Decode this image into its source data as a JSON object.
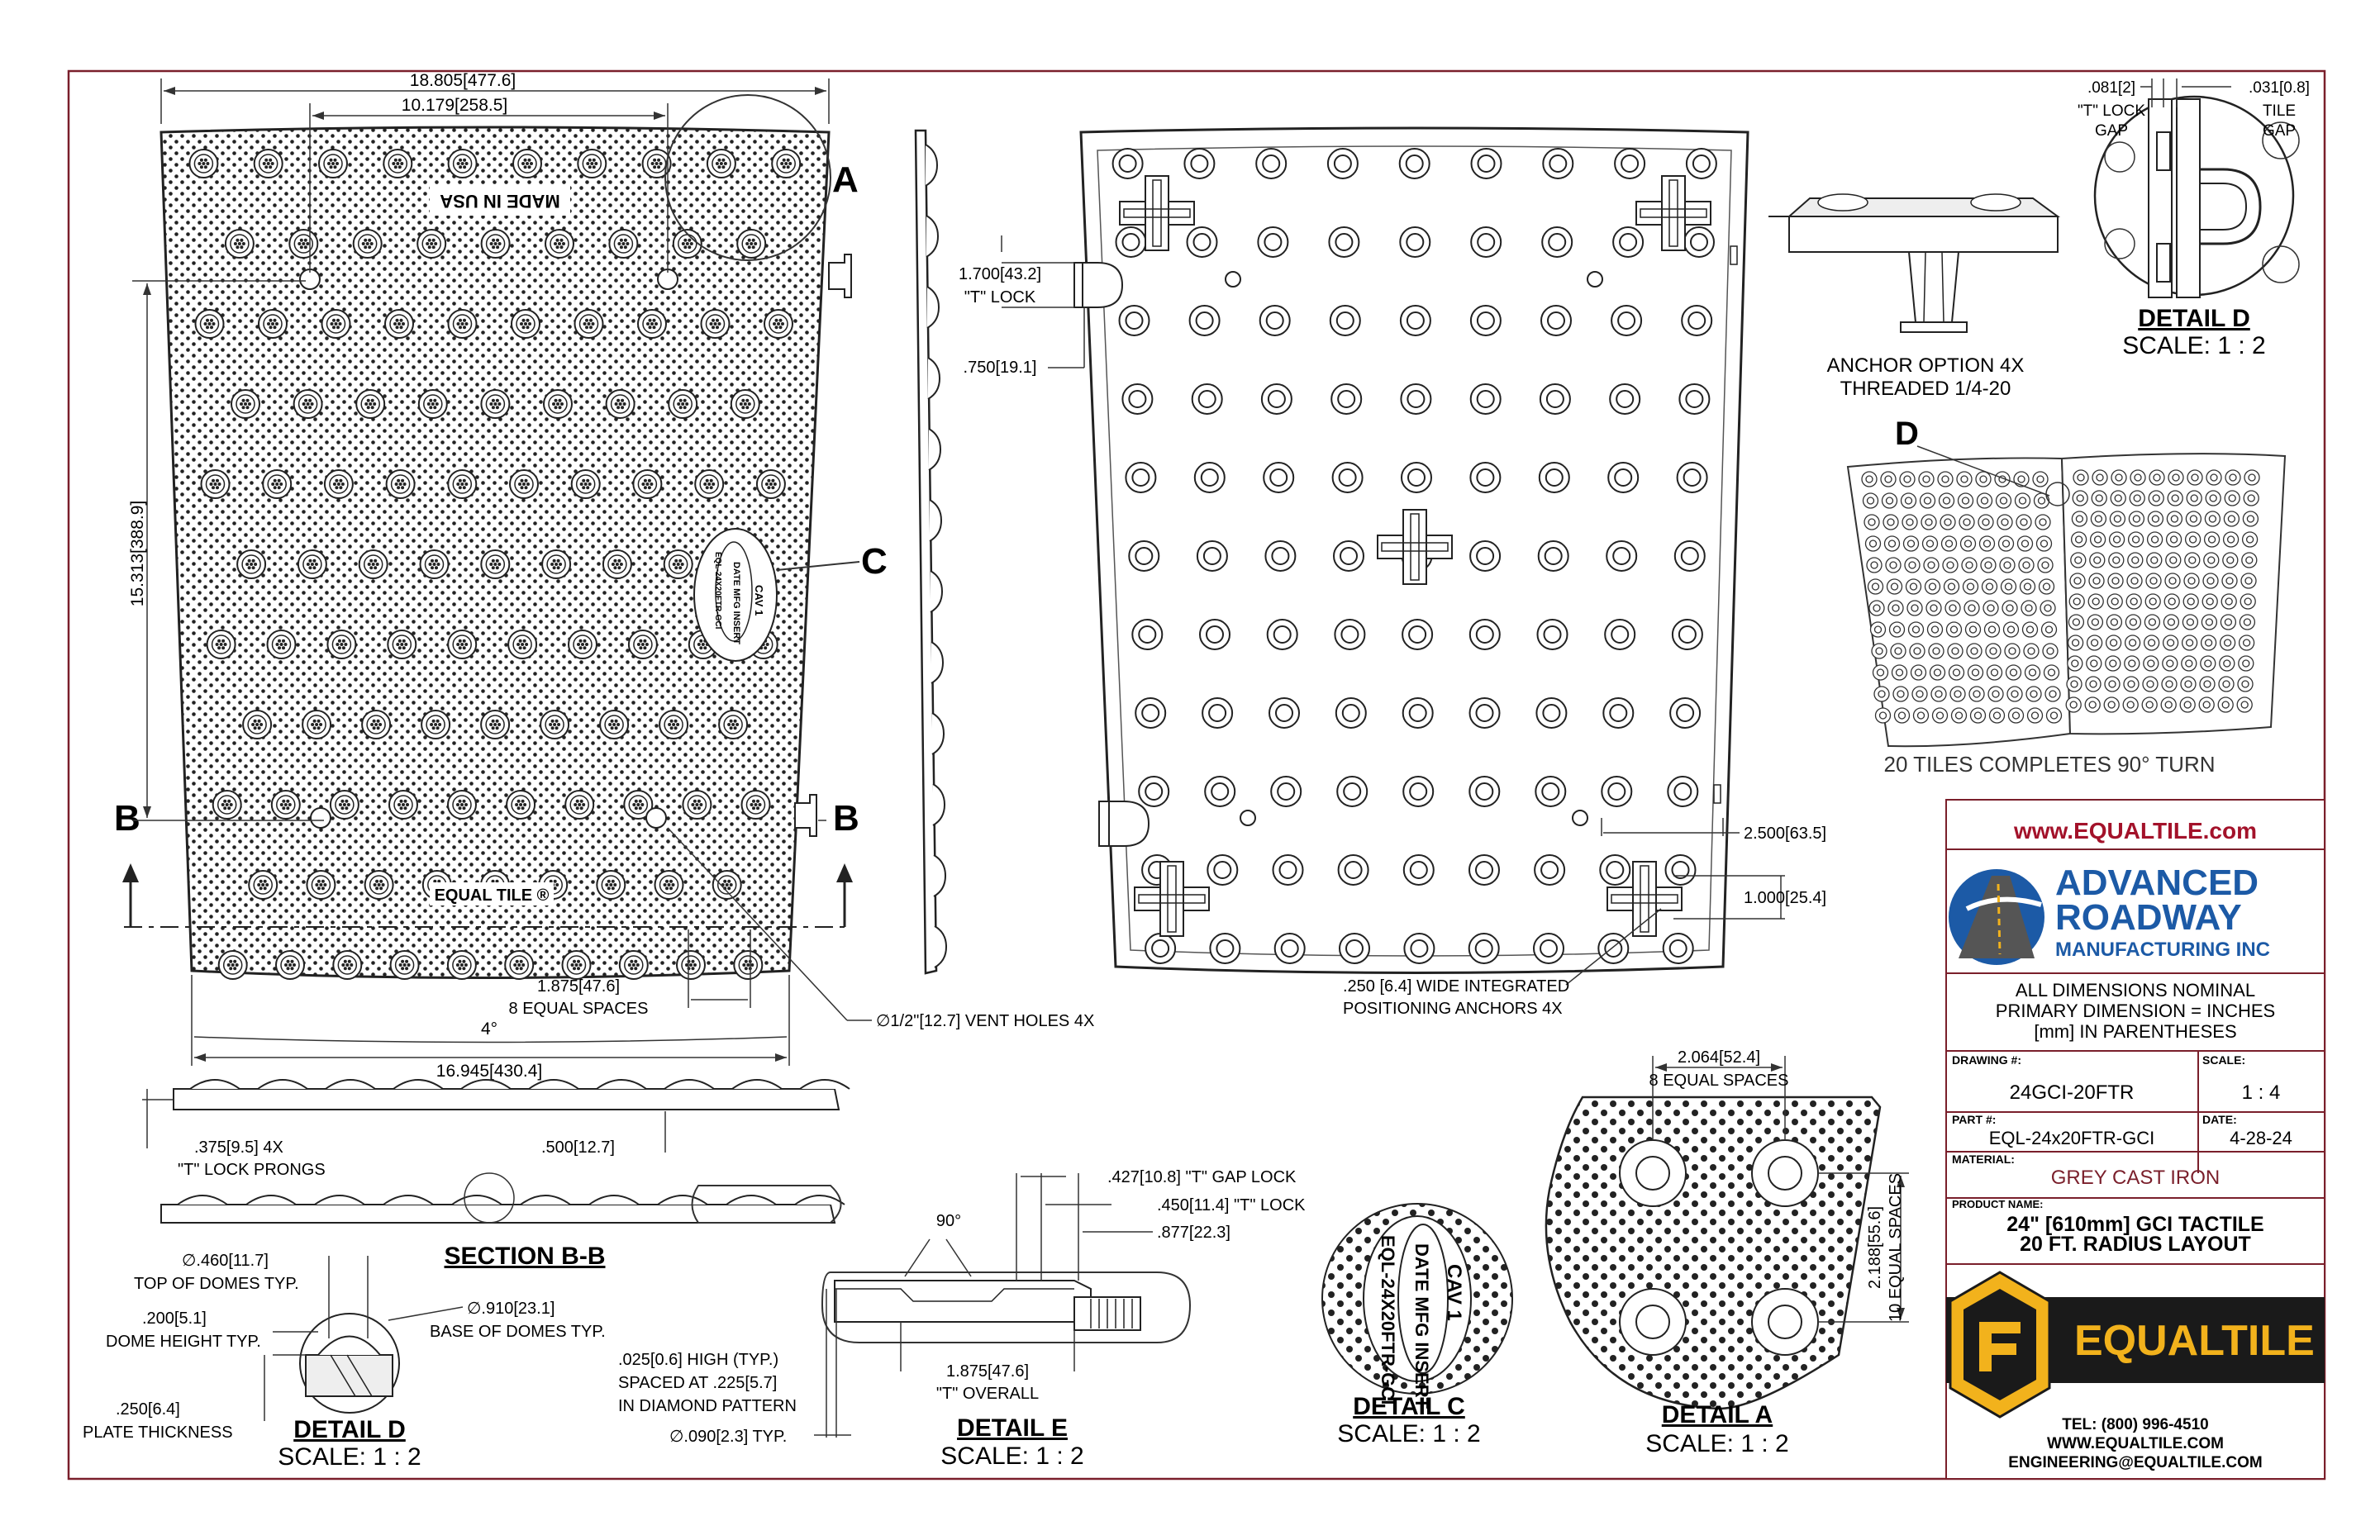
{
  "top_view": {
    "dim_overall_top": "18.805[477.6]",
    "dim_inner_top": "10.179[258.5]",
    "dim_height": "15.313[388.9]",
    "dim_spacing": "1.875[47.6]",
    "dim_spacing_note": "8 EQUAL SPACES",
    "dim_angle": "4°",
    "dim_overall_bottom": "16.945[430.4]",
    "vent_note": "∅1/2\"[12.7] VENT HOLES 4X",
    "stamp_made_in": "MADE IN USA",
    "stamp_brand": "EQUAL TILE ®",
    "cav_text": "CAV 1",
    "date_insert_text": "DATE MFG INSERT",
    "part_stamp": "EQL-24X20FTR-GCI",
    "label_a": "A",
    "label_b": "B",
    "label_c": "C"
  },
  "side_view": {
    "t_lock_dim": "1.700[43.2]",
    "t_lock_label": "\"T\" LOCK",
    "edge_dim": ".750[19.1]"
  },
  "bottom_view": {
    "dim_x": "2.500[63.5]",
    "dim_y": "1.000[25.4]",
    "anchor_note_1": ".250 [6.4] WIDE INTEGRATED",
    "anchor_note_2": "POSITIONING ANCHORS 4X"
  },
  "anchor_option": {
    "line1": "ANCHOR OPTION 4X",
    "line2": "THREADED 1/4-20"
  },
  "layout_view": {
    "label_d": "D",
    "caption": "20 TILES COMPLETES 90° TURN"
  },
  "detail_d_top": {
    "gap_t_lock_dim": ".081[2]",
    "gap_t_lock_label_1": "\"T\" LOCK",
    "gap_t_lock_label_2": "GAP",
    "gap_tile_dim": ".031[0.8]",
    "gap_tile_label_1": "TILE",
    "gap_tile_label_2": "GAP",
    "title": "DETAIL D",
    "scale": "SCALE: 1 : 2"
  },
  "profile_view": {
    "prongs_dim": ".375[9.5] 4X",
    "prongs_label": "\"T\" LOCK PRONGS",
    "dim_500": ".500[12.7]"
  },
  "section_bb": {
    "title": "SECTION B-B",
    "dome_top": "∅.460[11.7]",
    "dome_top_label": "TOP OF DOMES TYP.",
    "dome_height": ".200[5.1]",
    "dome_height_label": "DOME HEIGHT TYP.",
    "dome_base": "∅.910[23.1]",
    "dome_base_label": "BASE OF DOMES TYP.",
    "plate": ".250[6.4]",
    "plate_label": "PLATE THICKNESS"
  },
  "detail_d_bottom": {
    "title": "DETAIL D",
    "scale": "SCALE: 1 : 2"
  },
  "detail_e": {
    "angle": "90°",
    "gap_lock": ".427[10.8] \"T\" GAP LOCK",
    "t_lock": ".450[11.4] \"T\" LOCK",
    "dim_877": ".877[22.3]",
    "texture_1": ".025[0.6] HIGH (TYP.)",
    "texture_2": "SPACED AT .225[5.7]",
    "texture_3": "IN DIAMOND PATTERN",
    "texture_dia": "∅.090[2.3] TYP.",
    "overall": "1.875[47.6]",
    "overall_label": "\"T\" OVERALL",
    "title": "DETAIL E",
    "scale": "SCALE: 1 : 2"
  },
  "detail_c": {
    "title": "DETAIL C",
    "scale": "SCALE: 1 : 2",
    "stamp_part": "EQL-24X20FTR-GCI",
    "stamp_date": "DATE MFG INSERT",
    "stamp_cav": "CAV 1"
  },
  "detail_a": {
    "dim_spacing": "2.064[52.4]",
    "dim_spacing_note": "8 EQUAL SPACES",
    "dim_vertical": "2.188[55.6]",
    "dim_vertical_note": "10 EQUAL SPACES",
    "title": "DETAIL A",
    "scale": "SCALE: 1 : 2"
  },
  "title_block": {
    "website": "www.EQUALTILE.com",
    "company_1": "ADVANCED",
    "company_2": "ROADWAY",
    "company_3": "MANUFACTURING INC",
    "note_1": "ALL DIMENSIONS NOMINAL",
    "note_2": "PRIMARY DIMENSION = INCHES",
    "note_3": "[mm] IN PARENTHESES",
    "drawing_label": "DRAWING #:",
    "drawing_value": "24GCI-20FTR",
    "scale_label": "SCALE:",
    "scale_value": "1 : 4",
    "part_label": "PART #:",
    "part_value": "EQL-24x20FTR-GCI",
    "date_label": "DATE:",
    "date_value": "4-28-24",
    "material_label": "MATERIAL:",
    "material_value": "GREY CAST IRON",
    "product_label": "PRODUCT NAME:",
    "product_1": "24\" [610mm] GCI TACTILE",
    "product_2": "20 FT. RADIUS LAYOUT",
    "brand": "EQUALTILE",
    "tel": "TEL: (800) 996-4510",
    "web": "WWW.EQUALTILE.COM",
    "email": "ENGINEERING@EQUALTILE.COM"
  },
  "colors": {
    "border": "#7a1f2b",
    "brand_red": "#a3122a",
    "brand_blue": "#1c5aa6",
    "logo_yellow": "#f2b21c",
    "logo_black": "#1a1a1a",
    "line": "#333333"
  }
}
